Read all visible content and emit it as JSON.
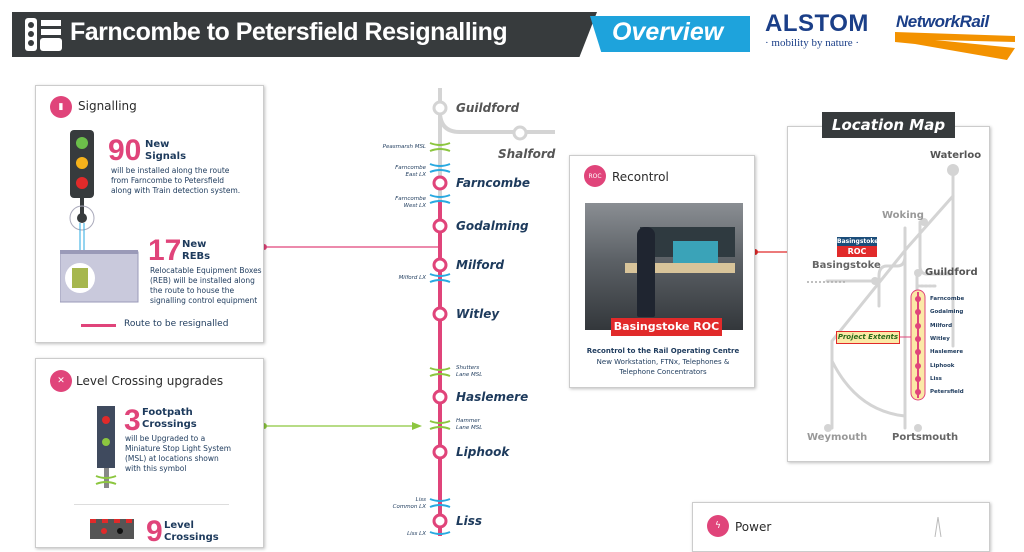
{
  "header": {
    "title": "Farncombe to Petersfield Resignalling",
    "tag": "Overview",
    "logos": {
      "alstom": "ALSTOM",
      "alstom_tagline": "· mobility by nature ·",
      "network_rail": "NetworkRail"
    }
  },
  "colors": {
    "header_bg": "#373b3d",
    "accent_blue": "#1ea3dc",
    "pink": "#e0447a",
    "green": "#8cc63f",
    "red": "#e12a2a"
  },
  "signalling": {
    "title": "Signalling",
    "icon": "traffic-light-icon",
    "signals_count": "90",
    "signals_label1": "New",
    "signals_label2": "Signals",
    "signals_desc": "will be installed along the route from Farncombe to Petersfield along with Train detection system.",
    "reb_count": "17",
    "reb_label1": "New",
    "reb_label2": "REBs",
    "reb_desc": "Relocatable Equipment Boxes (REB) will be installed along the route to house the signalling control equipment",
    "legend": "Route to be resignalled"
  },
  "level_crossing": {
    "title": "Level Crossing upgrades",
    "icon": "crossing-icon",
    "footpath_count": "3",
    "footpath_label1": "Footpath",
    "footpath_label2": "Crossings",
    "footpath_desc": "will be Upgraded to a Miniature Stop Light System (MSL) at locations shown with this symbol",
    "lx_count": "9",
    "lx_label1": "Level",
    "lx_label2": "Crossings"
  },
  "route": {
    "stations": [
      "Guildford",
      "Shalford",
      "Farncombe",
      "Godalming",
      "Milford",
      "Witley",
      "Haslemere",
      "Liphook",
      "Liss"
    ],
    "crossings": [
      {
        "l1": "Peasmarsh MSL",
        "l2": "",
        "type": "msl"
      },
      {
        "l1": "Farncombe",
        "l2": "East LX",
        "type": "lx"
      },
      {
        "l1": "Farncombe",
        "l2": "West LX",
        "type": "lx"
      },
      {
        "l1": "Milford LX",
        "l2": "",
        "type": "lx"
      },
      {
        "l1": "Shutters",
        "l2": "Lane MSL",
        "type": "msl"
      },
      {
        "l1": "Hammer",
        "l2": "Lane MSL",
        "type": "msl"
      },
      {
        "l1": "Liss",
        "l2": "Common LX",
        "type": "lx"
      },
      {
        "l1": "Liss LX",
        "l2": "",
        "type": "lx"
      }
    ]
  },
  "recontrol": {
    "title": "Recontrol",
    "icon": "roc-icon",
    "photo_caption": "Basingstoke ROC",
    "desc_bold": "Recontrol to the Rail Operating Centre",
    "desc": "New Workstation, FTNx, Telephones & Telephone Concentrators"
  },
  "location_map": {
    "title": "Location Map",
    "places": {
      "waterloo": "Waterloo",
      "woking": "Woking",
      "basingstoke": "Basingstoke",
      "guildford": "Guildford",
      "weymouth": "Weymouth",
      "portsmouth": "Portsmouth"
    },
    "roc_badge_top": "Basingstoke",
    "roc_badge": "ROC",
    "project_extents": "Project Extents",
    "stations": [
      "Farncombe",
      "Godalming",
      "Milford",
      "Witley",
      "Haslemere",
      "Liphook",
      "Liss",
      "Petersfield"
    ]
  },
  "power": {
    "title": "Power",
    "icon": "lightning-icon"
  }
}
